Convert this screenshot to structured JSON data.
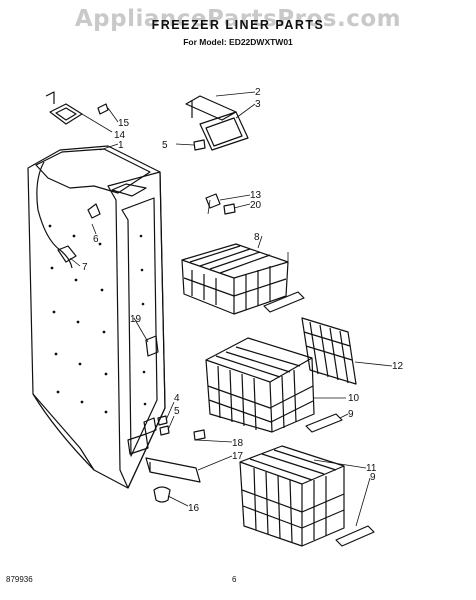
{
  "watermark": "AppliancePartsPros.com",
  "header": {
    "title": "FREEZER LINER PARTS",
    "model": "For Model: ED22DWXTW01"
  },
  "footer": {
    "code": "879936",
    "page": "6"
  },
  "callouts": [
    "1",
    "2",
    "3",
    "4",
    "5",
    "5",
    "6",
    "7",
    "8",
    "9",
    "9",
    "10",
    "11",
    "12",
    "13",
    "14",
    "15",
    "16",
    "17",
    "18",
    "19",
    "20"
  ]
}
